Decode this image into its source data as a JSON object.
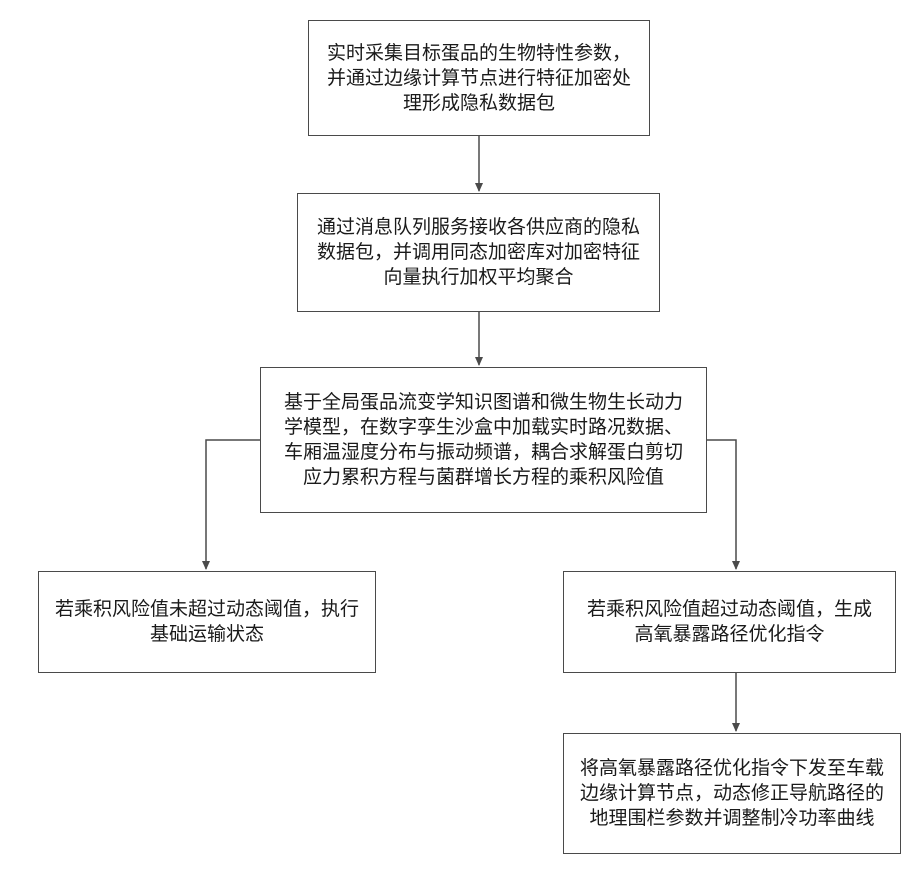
{
  "flowchart": {
    "steps": [
      {
        "text": "实时采集目标蛋品的生物特性参数，并通过边缘计算节点进行特征加密处理形成隐私数据包"
      },
      {
        "text": "通过消息队列服务接收各供应商的隐私数据包，并调用同态加密库对加密特征向量执行加权平均聚合"
      },
      {
        "text": "基于全局蛋品流变学知识图谱和微生物生长动力学模型，在数字孪生沙盒中加载实时路况数据、车厢温湿度分布与振动频谱，耦合求解蛋白剪切应力累积方程与菌群增长方程的乘积风险值"
      },
      {
        "text": "若乘积风险值未超过动态阈值，执行基础运输状态"
      },
      {
        "text": "若乘积风险值超过动态阈值，生成高氧暴露路径优化指令"
      },
      {
        "text": "将高氧暴露路径优化指令下发至车载边缘计算节点，动态修正导航路径的地理围栏参数并调整制冷功率曲线"
      }
    ],
    "line_color": "#4a4a4a"
  }
}
